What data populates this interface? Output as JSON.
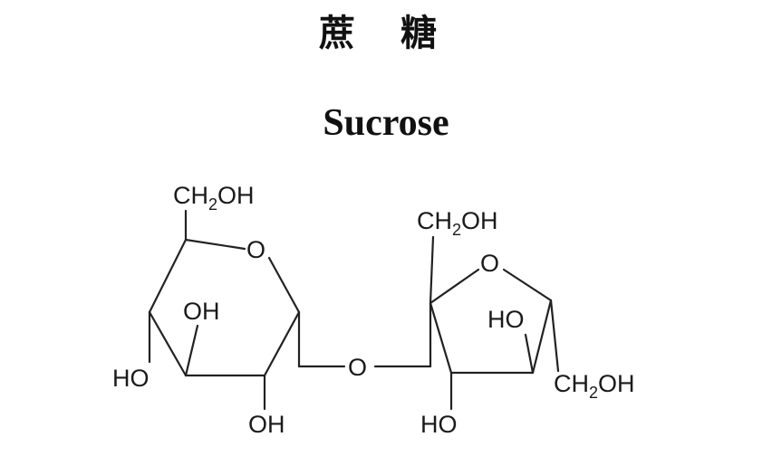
{
  "title_cn": "蔗 糖",
  "title_en": "Sucrose",
  "atoms": {
    "glucose_ch2oh": {
      "pre": "CH",
      "sub": "2",
      "post": "OH"
    },
    "glucose_ring_o": "O",
    "glucose_oh_upper": "OH",
    "glucose_ho_left": "HO",
    "glucose_oh_bottom": "OH",
    "bridge_o": "O",
    "fructose_ch2oh_top": {
      "pre": "CH",
      "sub": "2",
      "post": "OH"
    },
    "fructose_ring_o": "O",
    "fructose_ho_inner": "HO",
    "fructose_ho_bottom": "HO",
    "fructose_ch2oh_right": {
      "pre": "CH",
      "sub": "2",
      "post": "OH"
    }
  }
}
